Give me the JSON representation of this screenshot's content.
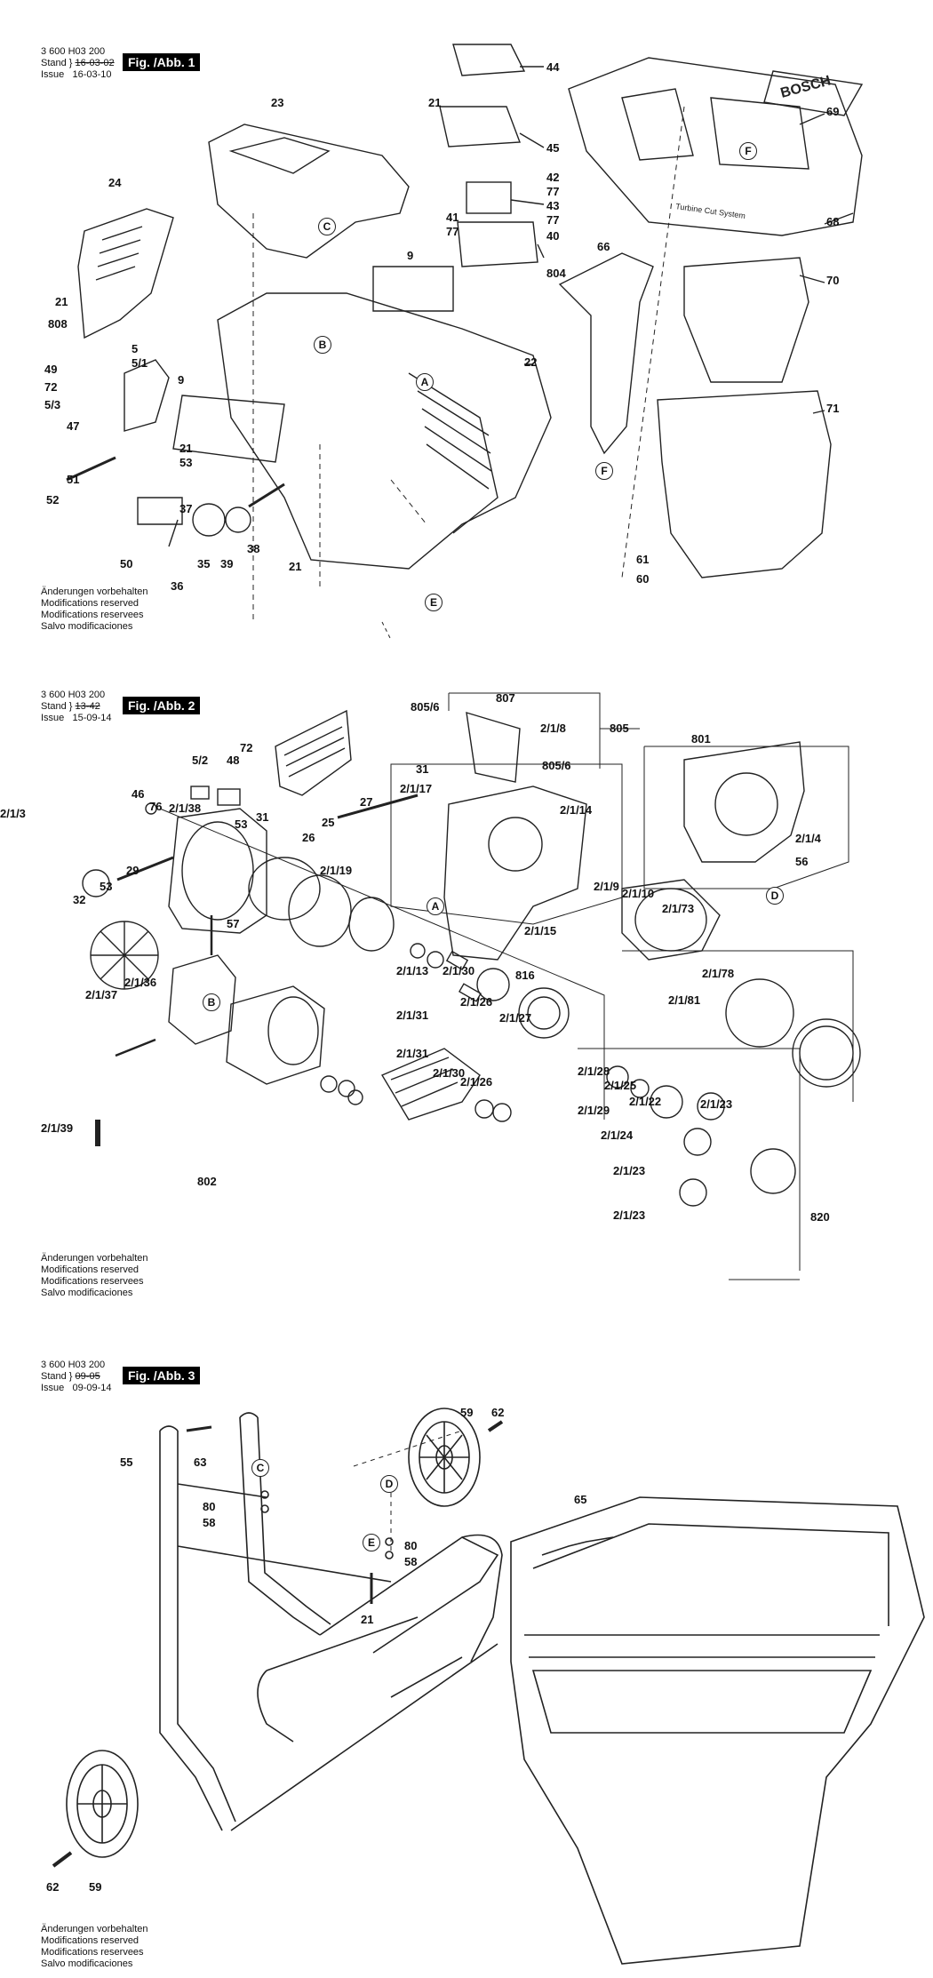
{
  "panels": [
    {
      "code": "3 600 H03 200",
      "stand_label": "Stand",
      "issue_label": "Issue",
      "stand_date": "16-03-02",
      "issue_date": "16-03-10",
      "fig": "Fig. /Abb. 1",
      "notes": [
        "Änderungen vorbehalten",
        "Modifications reserved",
        "Modifications reservees",
        "Salvo modificaciones"
      ]
    },
    {
      "code": "3 600 H03 200",
      "stand_label": "Stand",
      "issue_label": "Issue",
      "stand_date": "13-42",
      "issue_date": "15-09-14",
      "fig": "Fig. /Abb. 2",
      "notes": [
        "Änderungen vorbehalten",
        "Modifications reserved",
        "Modifications reservees",
        "Salvo modificaciones"
      ]
    },
    {
      "code": "3 600 H03 200",
      "stand_label": "Stand",
      "issue_label": "Issue",
      "stand_date": "09-05",
      "issue_date": "09-09-14",
      "fig": "Fig. /Abb. 3",
      "notes": [
        "Änderungen vorbehalten",
        "Modifications reserved",
        "Modifications reservees",
        "Salvo modificaciones"
      ]
    }
  ],
  "brand": "BOSCH",
  "product_text": "Turbine Cut System",
  "fig1_labels": [
    "44",
    "21",
    "45",
    "42",
    "77",
    "43",
    "77",
    "41",
    "77",
    "40",
    "804",
    "23",
    "24",
    "21",
    "808",
    "9",
    "5",
    "5/1",
    "9",
    "49",
    "72",
    "5/3",
    "47",
    "51",
    "52",
    "53",
    "21",
    "37",
    "35",
    "36",
    "39",
    "38",
    "21",
    "50",
    "22",
    "66",
    "69",
    "68",
    "70",
    "71",
    "61",
    "60"
  ],
  "fig1_letters": [
    "B",
    "A",
    "C",
    "E",
    "F",
    "F"
  ],
  "fig2_labels": [
    "807",
    "805/6",
    "2/1/8",
    "805",
    "805/6",
    "801",
    "5/2",
    "48",
    "72",
    "46",
    "76",
    "2/1/38",
    "53",
    "31",
    "26",
    "25",
    "27",
    "31",
    "2/1/17",
    "2/1/14",
    "2/1/3",
    "2/1/4",
    "56",
    "29",
    "53",
    "32",
    "57",
    "2/1/19",
    "2/1/9",
    "2/1/10",
    "2/1/73",
    "2/1/15",
    "816",
    "2/1/13",
    "2/1/30",
    "2/1/37",
    "2/1/36",
    "2/1/31",
    "2/1/26",
    "2/1/27",
    "2/1/31",
    "2/1/30",
    "2/1/26",
    "2/1/78",
    "2/1/81",
    "2/1/39",
    "802",
    "2/1/28",
    "2/1/25",
    "2/1/29",
    "2/1/22",
    "2/1/23",
    "2/1/24",
    "2/1/23",
    "2/1/23",
    "820"
  ],
  "fig2_letters": [
    "A",
    "B",
    "D"
  ],
  "fig3_labels": [
    "59",
    "62",
    "63",
    "55",
    "80",
    "58",
    "80",
    "58",
    "21",
    "65",
    "62",
    "59"
  ],
  "fig3_letters": [
    "C",
    "D",
    "E"
  ]
}
